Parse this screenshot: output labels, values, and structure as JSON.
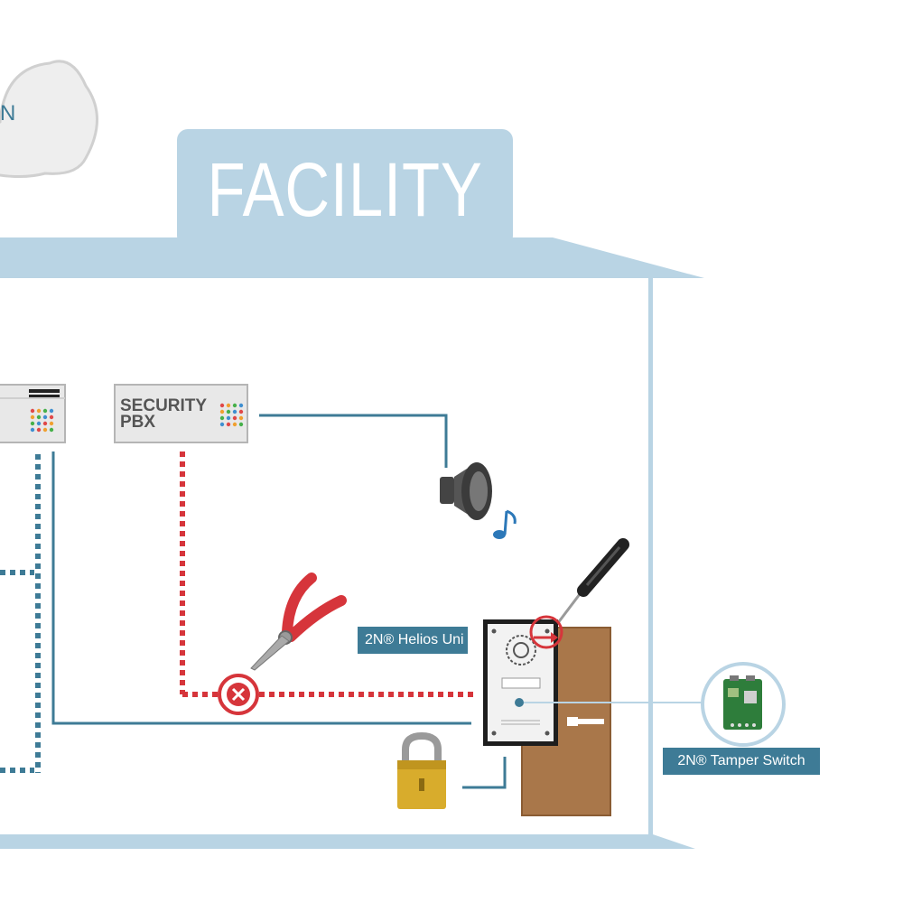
{
  "cloud": {
    "label": "N"
  },
  "building": {
    "title": "FACILITY"
  },
  "pbx": {
    "label": "SECURITY\nPBX"
  },
  "labels": {
    "helios": "2N® Helios Uni",
    "tamper": "2N® Tamper Switch"
  },
  "colors": {
    "building": "#b9d4e4",
    "wire_blue": "#3e7b96",
    "wire_red": "#d6353b",
    "door": "#a9774a",
    "label_bg": "#3e7b96"
  }
}
